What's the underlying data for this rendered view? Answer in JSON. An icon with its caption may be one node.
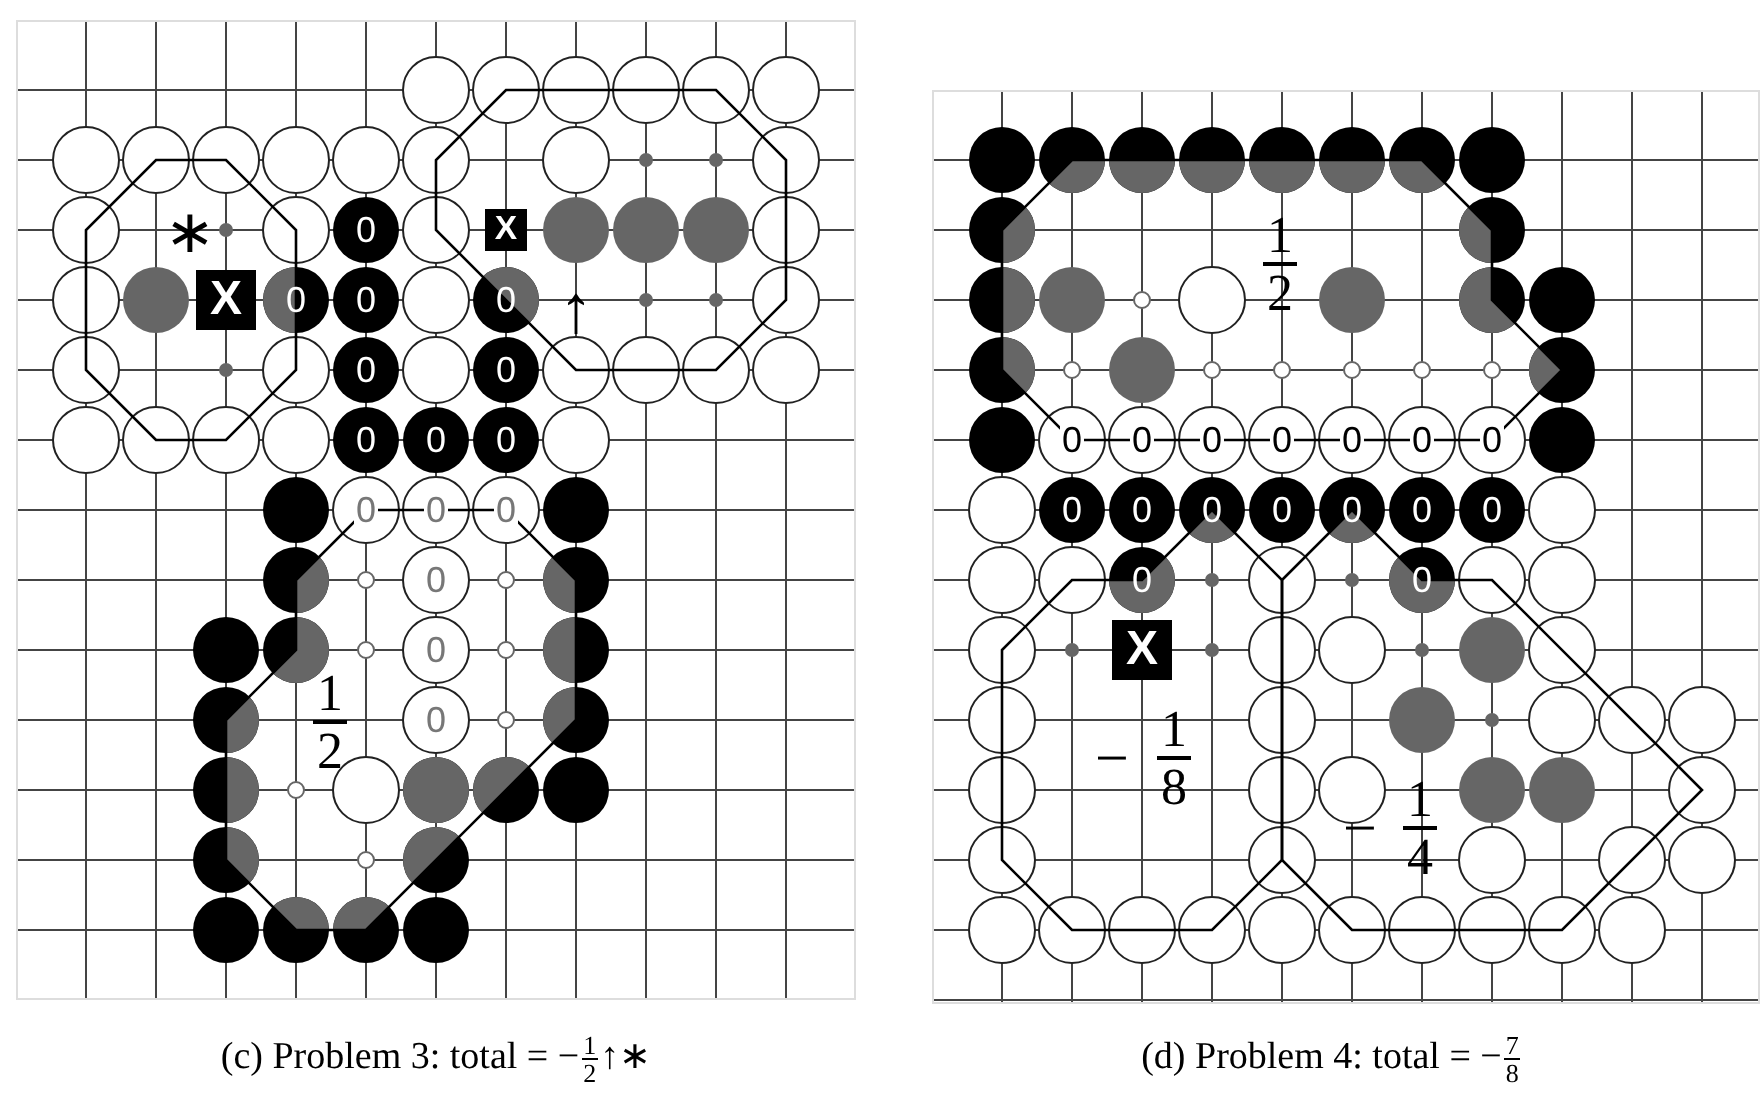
{
  "diagram": {
    "labels": [
      "∗",
      "0",
      "X",
      "X",
      "0",
      "0",
      "0",
      "↑",
      "0",
      "0",
      "0",
      "0",
      "0",
      "0",
      "0",
      "0",
      "0",
      "0",
      "1",
      "2",
      "0",
      "1",
      "2",
      "0",
      "0",
      "0",
      "0",
      "0",
      "0",
      "0",
      "0",
      "0",
      "0",
      "0",
      "0",
      "0",
      "0",
      "0",
      "0",
      "X",
      "−",
      "1",
      "8",
      "−",
      "1",
      "4",
      "(c) Problem 3: total = −",
      "1",
      "2",
      "↑∗",
      "(d) Problem 4: total = −",
      "7",
      "8"
    ]
  }
}
